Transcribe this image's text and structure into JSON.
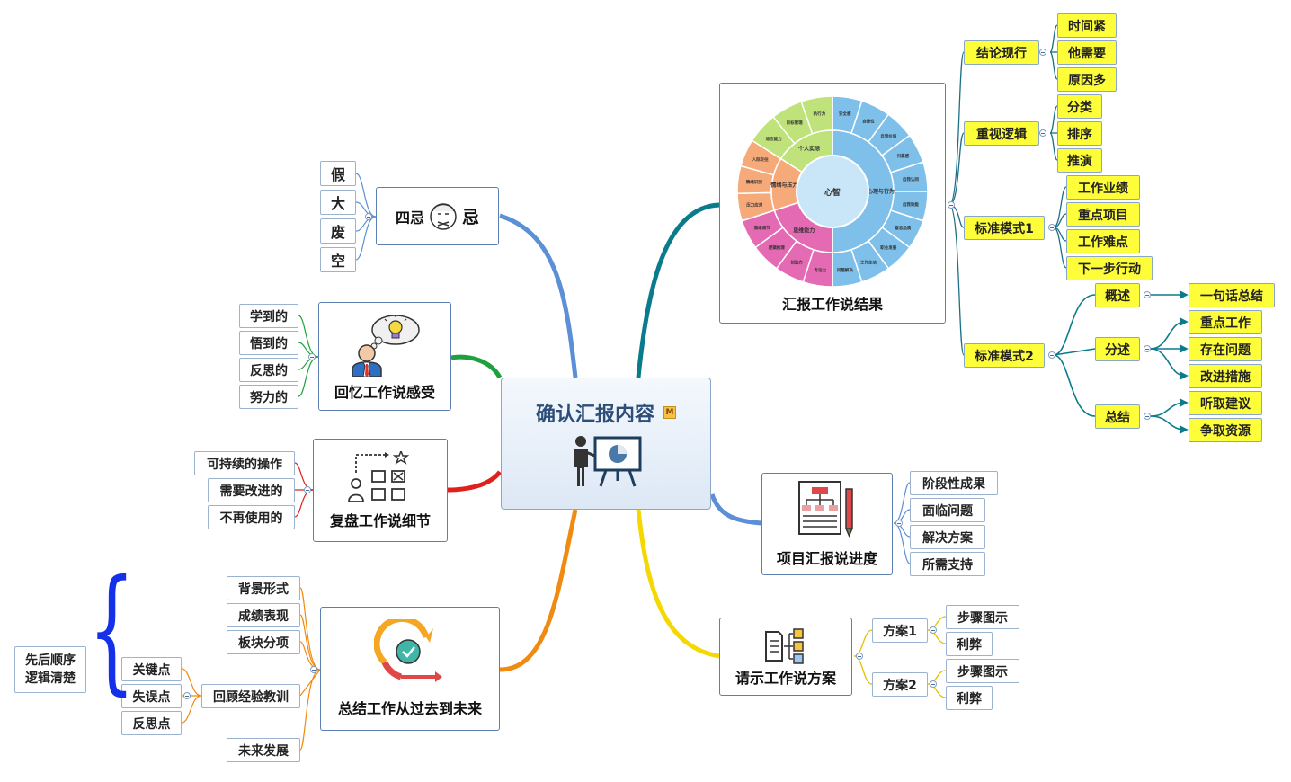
{
  "central": {
    "title": "确认汇报内容",
    "badge": "M"
  },
  "branches": {
    "report_result": {
      "label": "汇报工作说结果",
      "wheel": {
        "center": "心智",
        "inner": [
          "心理与行为",
          "思维能力",
          "情绪与压力",
          "个人实际"
        ],
        "outer": [
          "安全感",
          "自律性",
          "自我价值",
          "归属感",
          "自我认同",
          "自我效能",
          "意志品质",
          "职业发展",
          "工作主动",
          "问题解决",
          "专注力",
          "创造力",
          "逻辑推理",
          "情绪调节",
          "压力应对",
          "情绪识别",
          "人际交往",
          "适应能力",
          "目标管理",
          "执行力"
        ]
      },
      "items": [
        {
          "label": "结论现行",
          "children": [
            "时间紧",
            "他需要",
            "原因多"
          ]
        },
        {
          "label": "重视逻辑",
          "children": [
            "分类",
            "排序",
            "推演"
          ]
        },
        {
          "label": "标准模式1",
          "children": [
            "工作业绩",
            "重点项目",
            "工作难点",
            "下一步行动"
          ]
        },
        {
          "label": "标准模式2",
          "children": [
            {
              "label": "概述",
              "children": [
                "一句话总结"
              ]
            },
            {
              "label": "分述",
              "children": [
                "重点工作",
                "存在问题",
                "改进措施"
              ]
            },
            {
              "label": "总结",
              "children": [
                "听取建议",
                "争取资源"
              ]
            }
          ]
        }
      ]
    },
    "progress": {
      "label": "项目汇报说进度",
      "items": [
        "阶段性成果",
        "面临问题",
        "解决方案",
        "所需支持"
      ]
    },
    "plan": {
      "label": "请示工作说方案",
      "items": [
        {
          "label": "方案1",
          "children": [
            "步骤图示",
            "利弊"
          ]
        },
        {
          "label": "方案2",
          "children": [
            "步骤图示",
            "利弊"
          ]
        }
      ]
    },
    "four_taboo": {
      "label_a": "四忌",
      "label_b": "忌",
      "items": [
        "假",
        "大",
        "废",
        "空"
      ]
    },
    "recall": {
      "label": "回忆工作说感受",
      "items": [
        "学到的",
        "悟到的",
        "反思的",
        "努力的"
      ]
    },
    "review": {
      "label": "复盘工作说细节",
      "items": [
        "可持续的操作",
        "需要改进的",
        "不再使用的"
      ]
    },
    "summary": {
      "label": "总结工作从过去到未来",
      "items": [
        "背景形式",
        "成绩表现",
        "板块分项",
        "回顾经验教训",
        "未来发展"
      ],
      "lessons": [
        "关键点",
        "失误点",
        "反思点"
      ],
      "note": "先后顺序\n逻辑清楚"
    }
  },
  "colors": {
    "blue": "#5b8fd6",
    "teal": "#0a7b8c",
    "green": "#1ea03c",
    "red": "#e0201c",
    "orange": "#f08a10",
    "yellow": "#f5d800",
    "brace": "#1430e8"
  }
}
